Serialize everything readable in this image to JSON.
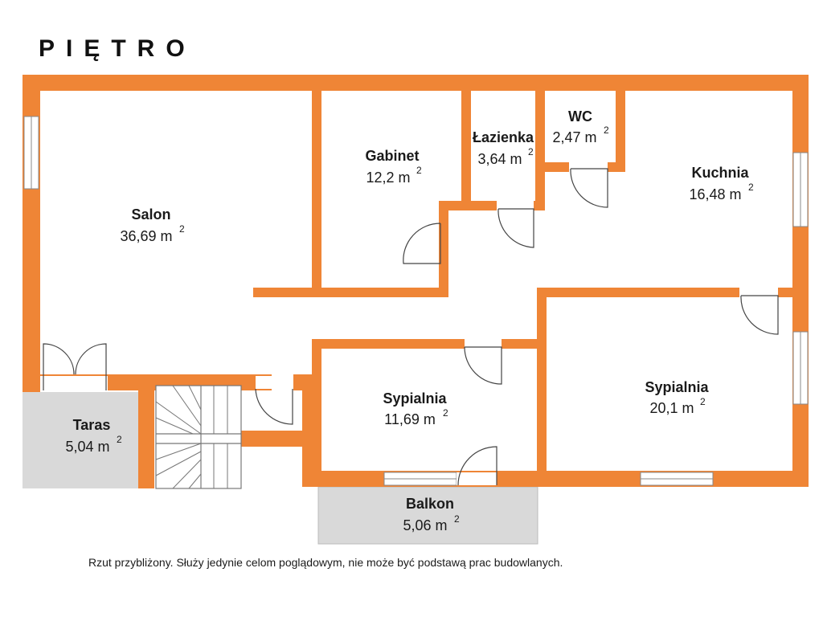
{
  "title": "PIĘTRO",
  "colors": {
    "wall": "#ef8536",
    "outdoor": "#d9d9d9",
    "background": "#ffffff"
  },
  "rooms": {
    "salon": {
      "name": "Salon",
      "area": "36,69 m",
      "unit_sup": "2"
    },
    "gabinet": {
      "name": "Gabinet",
      "area": "12,2 m",
      "unit_sup": "2"
    },
    "lazienka": {
      "name": "Łazienka",
      "area": "3,64 m",
      "unit_sup": "2"
    },
    "wc": {
      "name": "WC",
      "area": "2,47 m",
      "unit_sup": "2"
    },
    "kuchnia": {
      "name": "Kuchnia",
      "area": "16,48 m",
      "unit_sup": "2"
    },
    "sypialnia_1": {
      "name": "Sypialnia",
      "area": "11,69 m",
      "unit_sup": "2"
    },
    "sypialnia_2": {
      "name": "Sypialnia",
      "area": "20,1 m",
      "unit_sup": "2"
    },
    "taras": {
      "name": "Taras",
      "area": "5,04 m",
      "unit_sup": "2"
    },
    "balkon": {
      "name": "Balkon",
      "area": "5,06 m",
      "unit_sup": "2"
    }
  },
  "footnote": "Rzut przybliżony. Służy jedynie celom poglądowym, nie może być podstawą prac budowlanych."
}
